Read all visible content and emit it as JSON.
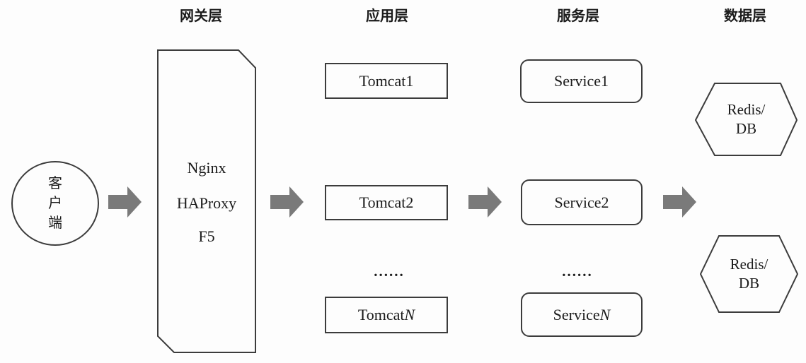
{
  "colors": {
    "background": "#fdfdfd",
    "fill": "#fdfdfd",
    "line": "#3c3c3c",
    "arrow": "#7a7a7a"
  },
  "layers": {
    "gateway_title": "网关层",
    "application_title": "应用层",
    "service_title": "服务层",
    "data_title": "数据层"
  },
  "client": {
    "line1": "客",
    "line2": "户",
    "line3": "端"
  },
  "gateway": {
    "item1": "Nginx",
    "item2": "HAProxy",
    "item3": "F5"
  },
  "application": {
    "node1": "Tomcat1",
    "node2": "Tomcat2",
    "ellipsis": "......",
    "nodeN_prefix": "Tomcat",
    "nodeN_suffix": "N"
  },
  "service": {
    "node1": "Service1",
    "node2": "Service2",
    "ellipsis": "......",
    "nodeN_prefix": "Service",
    "nodeN_suffix": "N"
  },
  "data_layer": {
    "node1_line1": "Redis/",
    "node1_line2": "DB",
    "node2_line1": "Redis/",
    "node2_line2": "DB"
  }
}
